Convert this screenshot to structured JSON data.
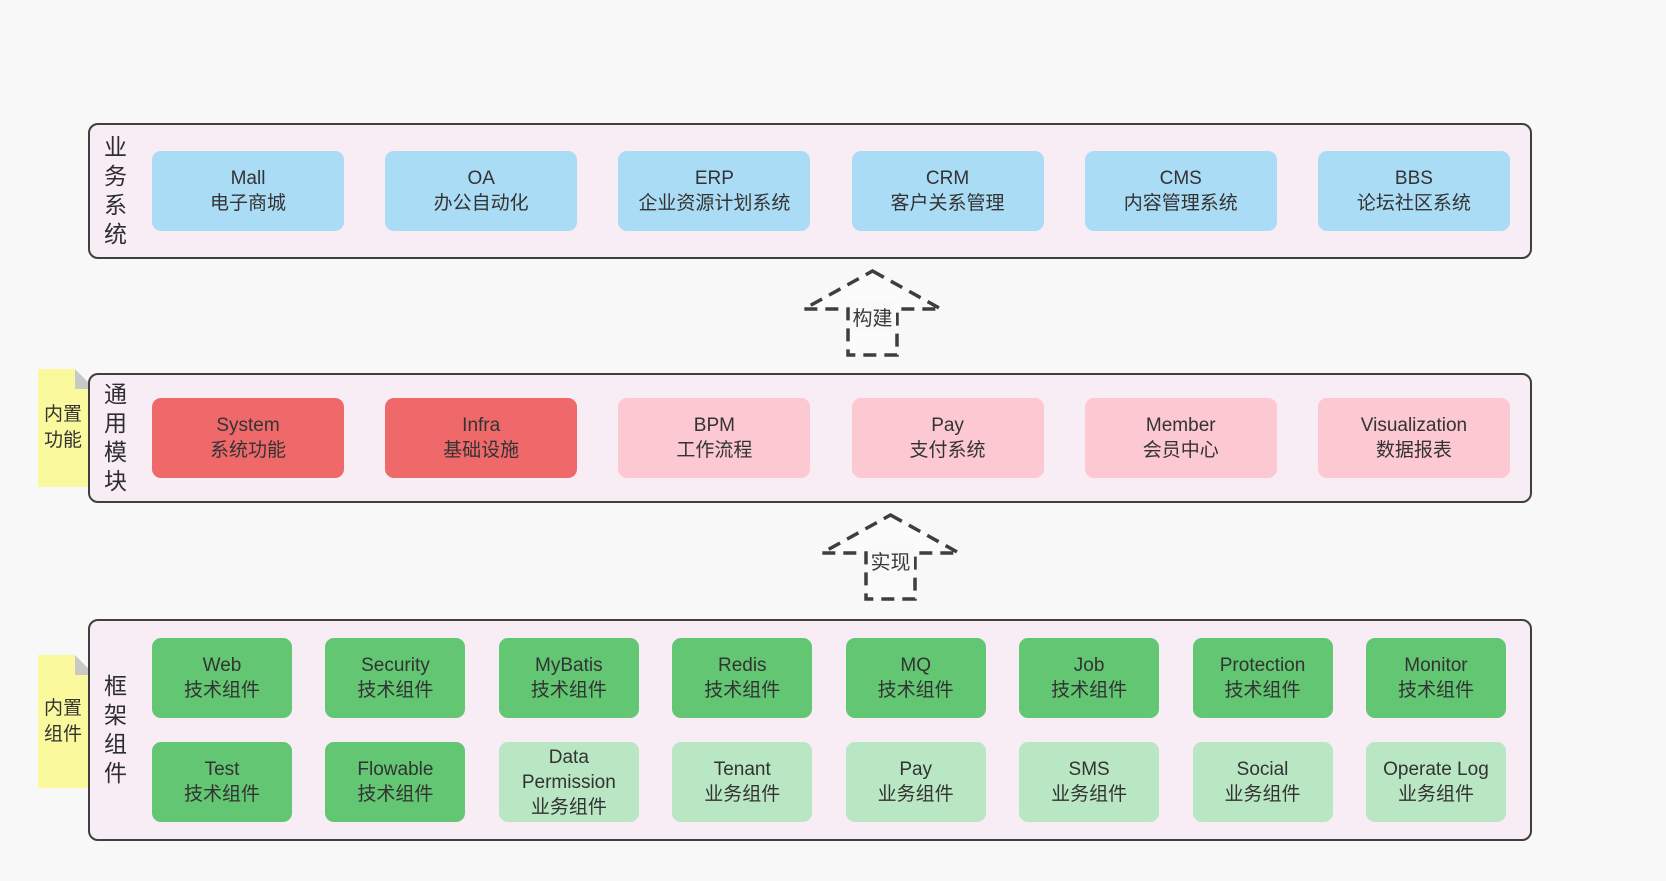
{
  "colors": {
    "page_bg": "#f8f8f8",
    "container_bg": "#f8edf5",
    "container_border": "#3f3f3f",
    "business_box": "#abdcf5",
    "core_module_box": "#f0696a",
    "optional_module_box": "#fcc8d1",
    "tech_component_box": "#62c672",
    "biz_component_box": "#b9e7c3",
    "sticky_note": "#fbf99e",
    "note_fold": "#c9c9c9",
    "text": "#333333"
  },
  "notes": [
    {
      "label": "内置功能"
    },
    {
      "label": "内置组件"
    }
  ],
  "arrows": [
    {
      "label": "构建"
    },
    {
      "label": "实现"
    }
  ],
  "layers": {
    "business": {
      "label": "业务系统",
      "boxes": [
        {
          "name": "Mall",
          "desc": "电子商城",
          "variant": "blue"
        },
        {
          "name": "OA",
          "desc": "办公自动化",
          "variant": "blue"
        },
        {
          "name": "ERP",
          "desc": "企业资源计划系统",
          "variant": "blue"
        },
        {
          "name": "CRM",
          "desc": "客户关系管理",
          "variant": "blue"
        },
        {
          "name": "CMS",
          "desc": "内容管理系统",
          "variant": "blue"
        },
        {
          "name": "BBS",
          "desc": "论坛社区系统",
          "variant": "blue"
        }
      ]
    },
    "modules": {
      "label": "通用模块",
      "boxes": [
        {
          "name": "System",
          "desc": "系统功能",
          "variant": "red"
        },
        {
          "name": "Infra",
          "desc": "基础设施",
          "variant": "red"
        },
        {
          "name": "BPM",
          "desc": "工作流程",
          "variant": "pink"
        },
        {
          "name": "Pay",
          "desc": "支付系统",
          "variant": "pink"
        },
        {
          "name": "Member",
          "desc": "会员中心",
          "variant": "pink"
        },
        {
          "name": "Visualization",
          "desc": "数据报表",
          "variant": "pink"
        }
      ]
    },
    "components": {
      "label": "框架组件",
      "rows": [
        [
          {
            "name": "Web",
            "desc": "技术组件",
            "variant": "green"
          },
          {
            "name": "Security",
            "desc": "技术组件",
            "variant": "green"
          },
          {
            "name": "MyBatis",
            "desc": "技术组件",
            "variant": "green"
          },
          {
            "name": "Redis",
            "desc": "技术组件",
            "variant": "green"
          },
          {
            "name": "MQ",
            "desc": "技术组件",
            "variant": "green"
          },
          {
            "name": "Job",
            "desc": "技术组件",
            "variant": "green"
          },
          {
            "name": "Protection",
            "desc": "技术组件",
            "variant": "green"
          },
          {
            "name": "Monitor",
            "desc": "技术组件",
            "variant": "green"
          }
        ],
        [
          {
            "name": "Test",
            "desc": "技术组件",
            "variant": "green"
          },
          {
            "name": "Flowable",
            "desc": "技术组件",
            "variant": "green"
          },
          {
            "name": "Data Permission",
            "desc": "业务组件",
            "variant": "lightgreen"
          },
          {
            "name": "Tenant",
            "desc": "业务组件",
            "variant": "lightgreen"
          },
          {
            "name": "Pay",
            "desc": "业务组件",
            "variant": "lightgreen"
          },
          {
            "name": "SMS",
            "desc": "业务组件",
            "variant": "lightgreen"
          },
          {
            "name": "Social",
            "desc": "业务组件",
            "variant": "lightgreen"
          },
          {
            "name": "Operate Log",
            "desc": "业务组件",
            "variant": "lightgreen"
          }
        ]
      ]
    }
  }
}
